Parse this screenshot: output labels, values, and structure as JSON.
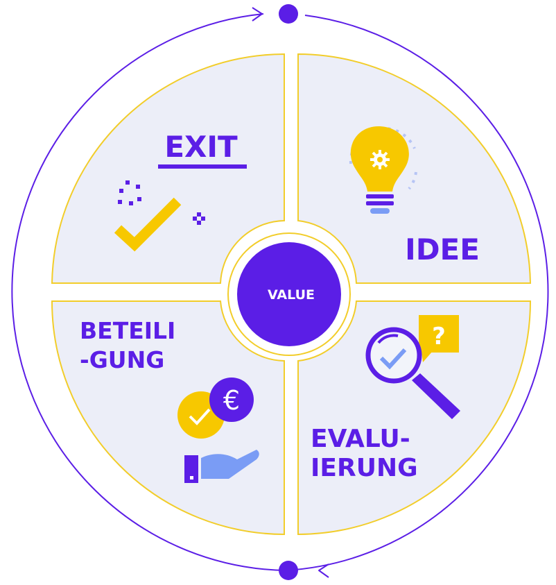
{
  "center": {
    "label": "VALUE"
  },
  "quadrants": {
    "exit": {
      "label": "EXIT"
    },
    "idee": {
      "label": "IDEE"
    },
    "beteiligung": {
      "line1": "BETEILI",
      "line2": "-GUNG"
    },
    "evaluierung": {
      "line1": "EVALU-",
      "line2": "IERUNG"
    }
  },
  "icons": {
    "exit": "checkmark-sparkle-icon",
    "idee": "lightbulb-icon",
    "beteiligung": "euro-coin-hand-icon",
    "evaluierung": "magnifier-question-icon"
  },
  "colors": {
    "purple": "#5b1ee6",
    "yellow": "#f7c800",
    "panel": "#eceef8",
    "outline": "#f2cd2a",
    "light_blue": "#7a9cf5"
  }
}
